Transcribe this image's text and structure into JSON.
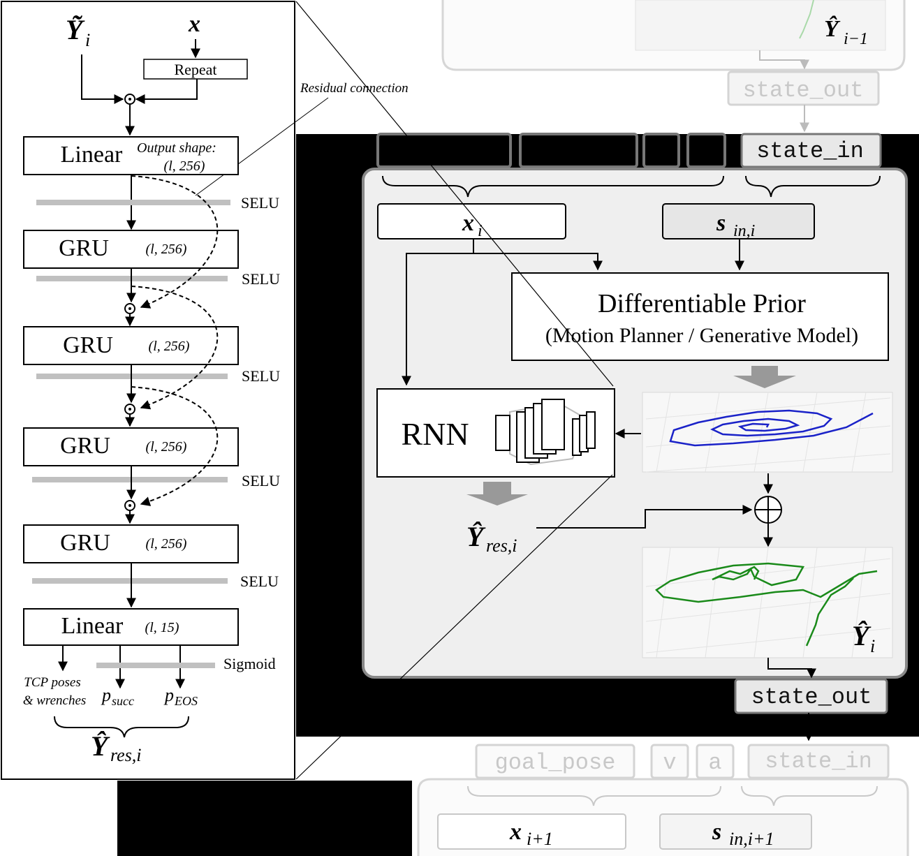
{
  "left_panel": {
    "input_y": "Ỹ",
    "input_y_sub": "i",
    "input_x": "x",
    "repeat_label": "Repeat",
    "residual_label": "Residual connection",
    "output_shape_label": "Output shape:",
    "layers": [
      {
        "name": "Linear",
        "shape": "(l, 256)",
        "activation": "SELU"
      },
      {
        "name": "GRU",
        "shape": "(l, 256)",
        "activation": "SELU"
      },
      {
        "name": "GRU",
        "shape": "(l, 256)",
        "activation": "SELU"
      },
      {
        "name": "GRU",
        "shape": "(l, 256)",
        "activation": "SELU"
      },
      {
        "name": "GRU",
        "shape": "(l, 256)",
        "activation": "SELU"
      },
      {
        "name": "Linear",
        "shape": "(l, 15)",
        "activation": "Sigmoid"
      }
    ],
    "outputs": {
      "tcp_line1": "TCP poses",
      "tcp_line2": "& wrenches",
      "p_succ": "p",
      "p_succ_sub": "succ",
      "p_eos": "p",
      "p_eos_sub": "EOS",
      "y_res": "Ŷ",
      "y_res_sub": "res,i"
    }
  },
  "top_faded": {
    "y_prev": "Ŷ",
    "y_prev_sub": "i−1",
    "state_out": "state_out"
  },
  "main": {
    "state_in": "state_in",
    "x_label": "x",
    "x_sub": "i",
    "s_label": "s",
    "s_sub": "in,i",
    "prior_title": "Differentiable Prior",
    "prior_subtitle": "(Motion Planner / Generative Model)",
    "rnn_label": "RNN",
    "y_res": "Ŷ",
    "y_res_sub": "res,i",
    "y_out": "Ŷ",
    "y_out_sub": "i",
    "state_out": "state_out"
  },
  "bottom_faded": {
    "goal_pose": "goal_pose",
    "v": "v",
    "a": "a",
    "state_in": "state_in",
    "x_label": "x",
    "x_sub": "i+1",
    "s_label": "s",
    "s_sub": "in,i+1"
  },
  "colors": {
    "spiral": "#1a22c8",
    "trajectory": "#1a8a1a",
    "panel_bg": "#efefef",
    "faded": "#d4d4d4"
  }
}
